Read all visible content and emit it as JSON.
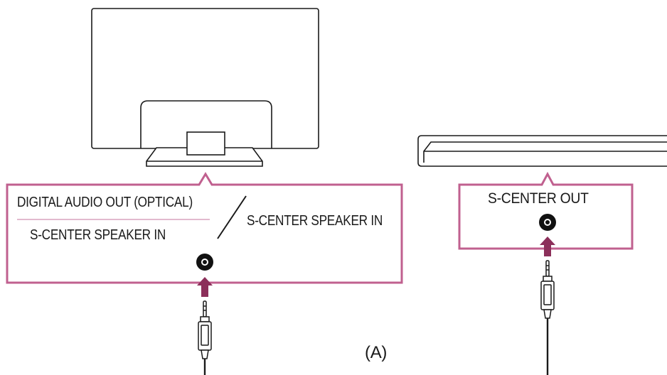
{
  "diagram": {
    "tv_callout": {
      "port_label_optical": "DIGITAL AUDIO OUT (OPTICAL)",
      "port_label_speaker_in_primary": "S-CENTER SPEAKER IN",
      "port_label_speaker_in_alternate": "S-CENTER SPEAKER IN"
    },
    "soundbar_callout": {
      "port_label": "S-CENTER OUT"
    },
    "cable_callout": "(A)",
    "colors": {
      "callout_border": "#c0608f",
      "arrow": "#8c2f5a",
      "line": "#1a1a1a",
      "jack_fill": "#111111"
    },
    "icons": [
      "tv-icon",
      "soundbar-icon",
      "audio-jack-icon",
      "stereo-mini-plug-icon",
      "insert-arrow-icon"
    ]
  }
}
